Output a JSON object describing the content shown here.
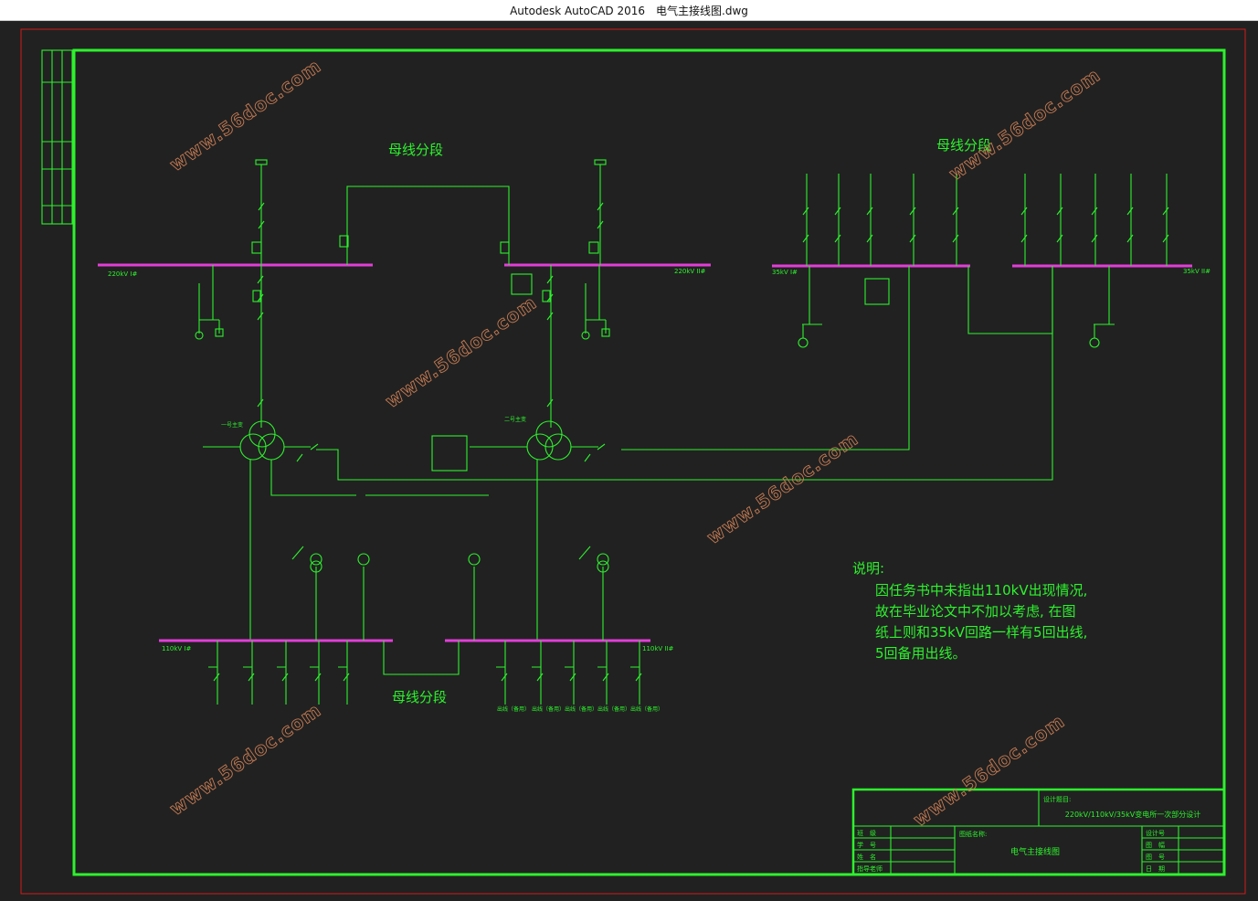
{
  "window": {
    "app_title": "Autodesk AutoCAD 2016",
    "file_name": "电气主接线图.dwg"
  },
  "drawing": {
    "section_labels": {
      "top_left": "母线分段",
      "top_right": "母线分段",
      "bottom": "母线分段"
    },
    "bus_labels": {
      "bus_220_left": "220kV I#",
      "bus_220_right": "220kV II#",
      "bus_35_left": "35kV I#",
      "bus_35_right": "35kV II#",
      "bus_110_left": "110kV I#",
      "bus_110_right": "110kV II#"
    },
    "transformer_labels": {
      "t1": "一号主变",
      "t2": "二号主变"
    },
    "feeder_labels_110_right": [
      "出线（备用）",
      "出线（备用）",
      "出线（备用）",
      "出线（备用）",
      "出线（备用）"
    ],
    "notes": {
      "heading": "说明:",
      "lines": [
        "因任务书中未指出110kV出现情况,",
        "故在毕业论文中不加以考虑, 在图",
        "纸上则和35kV回路一样有5回出线,",
        "5回备用出线。"
      ]
    },
    "title_block": {
      "project_label": "设计题目:",
      "project_value": "220kV/110kV/35kV变电所一次部分设计",
      "drawing_label": "图纸名称:",
      "drawing_value": "电气主接线图",
      "rows_left": [
        "班　级",
        "学　号",
        "姓　名",
        "指导老师"
      ],
      "rows_right": [
        "设计号",
        "图　幅",
        "图　号",
        "日　期"
      ]
    },
    "watermark": "www.56doc.com",
    "colors": {
      "background": "#212121",
      "lines": "#2df22d",
      "bus": "#e23ed8",
      "border": "#d11a1a",
      "watermark": "#c47a52"
    }
  }
}
